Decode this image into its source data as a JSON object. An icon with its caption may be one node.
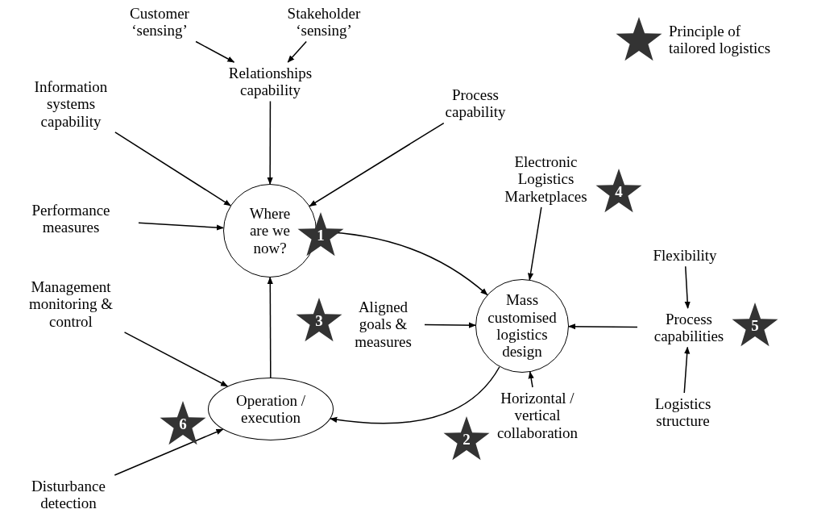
{
  "diagram": {
    "nodes": [
      {
        "text": [
          "Customer ‘sensing’"
        ]
      },
      {
        "text": [
          "Stakeholder ‘sensing’"
        ]
      },
      {
        "text": [
          "Relationships capability"
        ]
      },
      {
        "text": [
          "Information systems capability"
        ]
      },
      {
        "text": [
          "Process capability"
        ]
      },
      {
        "text": [
          "Performance measures"
        ]
      },
      {
        "text": [
          "Where are we now?"
        ],
        "beside": [
          "1"
        ]
      },
      {
        "text": [
          "Electronic Logistics Marketplaces"
        ],
        "beside": [
          "4"
        ]
      },
      {
        "text": [
          "Mass customised logistics design"
        ]
      },
      {
        "text": [
          "Flexibility"
        ]
      },
      {
        "text": [
          "Aligned goals & measures"
        ],
        "beside": [
          "3"
        ]
      },
      {
        "text": [
          "Process capabilities"
        ],
        "beside": [
          "5"
        ]
      },
      {
        "text": [
          "Management monitoring & control"
        ]
      },
      {
        "text": [
          "Operation / execution"
        ],
        "beside": [
          "6"
        ]
      },
      {
        "text": [
          "Logistics structure"
        ]
      },
      {
        "text": [
          "Horizontal / vertical collaboration"
        ],
        "beside": [
          "2"
        ]
      },
      {
        "text": [
          "Disturbance detection"
        ]
      }
    ],
    "edges": [
      {
        "from": 0,
        "to": 2,
        "arrow": "to"
      },
      {
        "from": 1,
        "to": 2,
        "arrow": "to"
      },
      {
        "from": 2,
        "to": 6,
        "arrow": "to"
      },
      {
        "from": 3,
        "to": 6,
        "arrow": "to"
      },
      {
        "from": 4,
        "to": 6,
        "arrow": "to"
      },
      {
        "from": 5,
        "to": 6,
        "arrow": "to"
      },
      {
        "from": 6,
        "to": 8,
        "arrow": "to"
      },
      {
        "from": 7,
        "to": 8,
        "arrow": "to"
      },
      {
        "from": 10,
        "to": 8,
        "arrow": "to"
      },
      {
        "from": 9,
        "to": 11,
        "arrow": "to"
      },
      {
        "from": 14,
        "to": 11,
        "arrow": "to"
      },
      {
        "from": 11,
        "to": 8,
        "arrow": "to"
      },
      {
        "from": 15,
        "to": 8,
        "arrow": "to"
      },
      {
        "from": 8,
        "to": 13,
        "arrow": "to"
      },
      {
        "from": 13,
        "to": 6,
        "arrow": "to"
      },
      {
        "from": 12,
        "to": 13,
        "arrow": "to"
      },
      {
        "from": 16,
        "to": 13,
        "arrow": "to"
      }
    ],
    "legend": [
      {
        "text": "Principle of tailored logistics"
      }
    ]
  }
}
